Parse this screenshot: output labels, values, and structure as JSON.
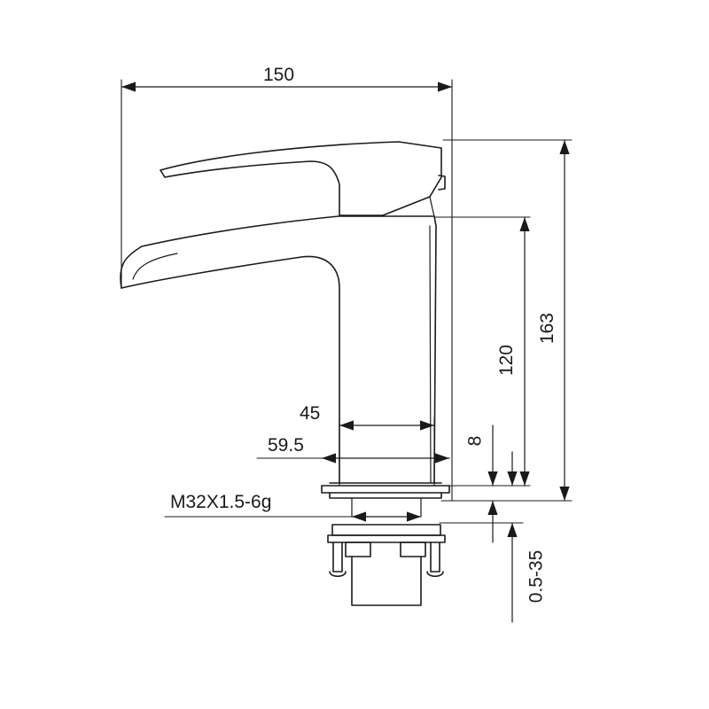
{
  "dimensions": {
    "overall_width": "150",
    "overall_height": "163",
    "spout_height": "120",
    "base_thickness": "8",
    "body_diameter": "45",
    "base_diameter": "59.5",
    "thread_spec": "M32X1.5-6g",
    "counter_thickness": "0.5-35"
  }
}
